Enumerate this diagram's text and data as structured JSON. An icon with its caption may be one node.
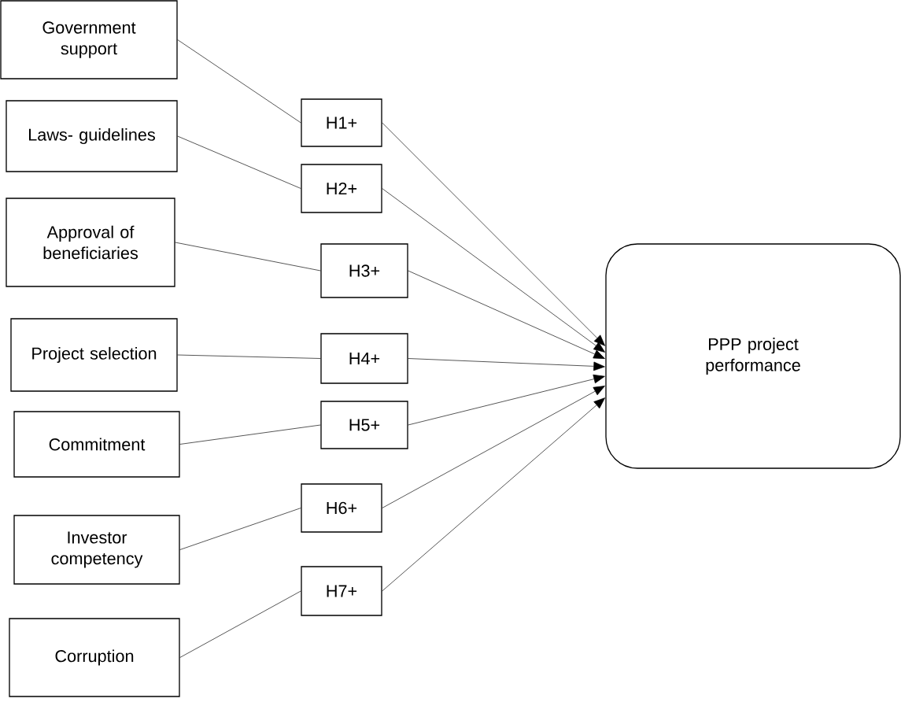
{
  "diagram": {
    "nodes": [
      {
        "text": [
          "Government support"
        ]
      },
      {
        "text": [
          "Laws- guidelines"
        ]
      },
      {
        "text": [
          "Approval of beneficiaries"
        ]
      },
      {
        "text": [
          "Project selection"
        ]
      },
      {
        "text": [
          "Commitment"
        ]
      },
      {
        "text": [
          "Investor competency"
        ]
      },
      {
        "text": [
          "Corruption"
        ]
      },
      {
        "text": [
          "H1+"
        ]
      },
      {
        "text": [
          "H2+"
        ]
      },
      {
        "text": [
          "H3+"
        ]
      },
      {
        "text": [
          "H4+"
        ]
      },
      {
        "text": [
          "H5+"
        ]
      },
      {
        "text": [
          "H6+"
        ]
      },
      {
        "text": [
          "H7+"
        ]
      },
      {
        "text": [
          "PPP project performance"
        ]
      }
    ],
    "edges": [
      {
        "from": 0,
        "to": 7,
        "arrow": "none"
      },
      {
        "from": 1,
        "to": 8,
        "arrow": "none"
      },
      {
        "from": 2,
        "to": 9,
        "arrow": "none"
      },
      {
        "from": 3,
        "to": 10,
        "arrow": "none"
      },
      {
        "from": 4,
        "to": 11,
        "arrow": "none"
      },
      {
        "from": 5,
        "to": 12,
        "arrow": "none"
      },
      {
        "from": 6,
        "to": 13,
        "arrow": "none"
      },
      {
        "from": 7,
        "to": 14,
        "arrow": "to"
      },
      {
        "from": 8,
        "to": 14,
        "arrow": "to"
      },
      {
        "from": 9,
        "to": 14,
        "arrow": "to"
      },
      {
        "from": 10,
        "to": 14,
        "arrow": "to"
      },
      {
        "from": 11,
        "to": 14,
        "arrow": "to"
      },
      {
        "from": 12,
        "to": 14,
        "arrow": "to"
      },
      {
        "from": 13,
        "to": 14,
        "arrow": "to"
      }
    ]
  }
}
